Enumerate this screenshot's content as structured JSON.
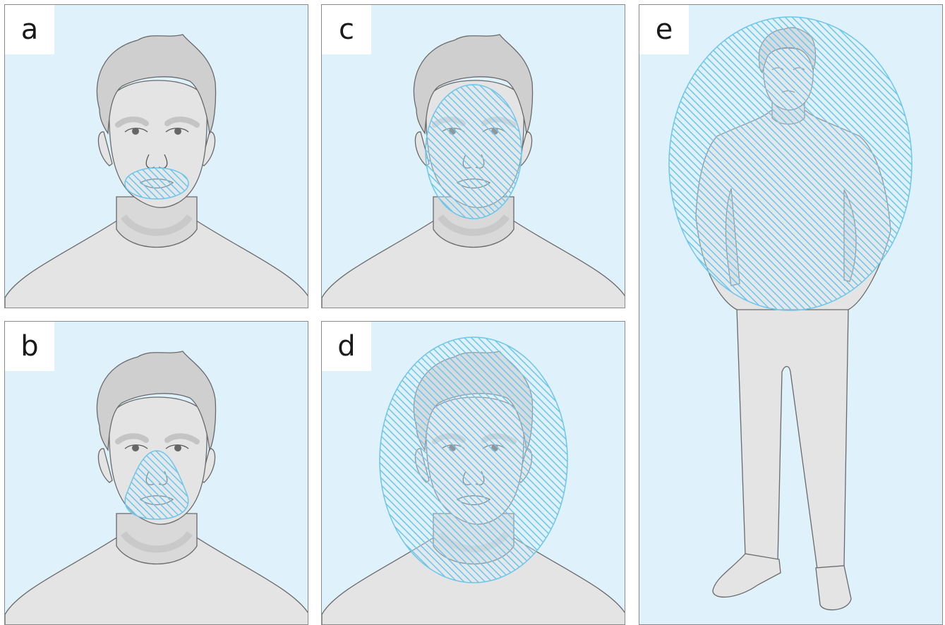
{
  "panels": [
    {
      "label": "a",
      "region": "mouth"
    },
    {
      "label": "b",
      "region": "nose-and-mouth"
    },
    {
      "label": "c",
      "region": "face"
    },
    {
      "label": "d",
      "region": "head"
    },
    {
      "label": "e",
      "region": "upper-body"
    }
  ],
  "colors": {
    "background": "#dff1fb",
    "figure_fill": "#e4e4e4",
    "hair_fill": "#cfcfcf",
    "outline": "#6a6a6a",
    "hatch": "#6cc6ea"
  }
}
